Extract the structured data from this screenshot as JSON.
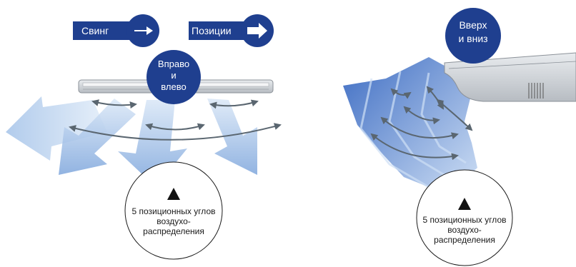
{
  "legend": {
    "swing_label": "Свинг",
    "positions_label": "Позиции"
  },
  "left_diagram": {
    "direction_label_line1": "Вправо",
    "direction_label_line2": "и",
    "direction_label_line3": "влево",
    "caption_line1": "5 позиционных углов",
    "caption_line2": "воздухо-",
    "caption_line3": "распределения"
  },
  "right_diagram": {
    "direction_label_line1": "Вверх",
    "direction_label_line2": "и вниз",
    "caption_line1": "5 позиционных углов",
    "caption_line2": "воздухо-",
    "caption_line3": "распределения"
  },
  "colors": {
    "accent_navy": "#1f3f8f",
    "arrow_blue": "#3a6ec0",
    "arrow_light": "#c9dcf3",
    "swing_arrow": "#5a6670"
  }
}
